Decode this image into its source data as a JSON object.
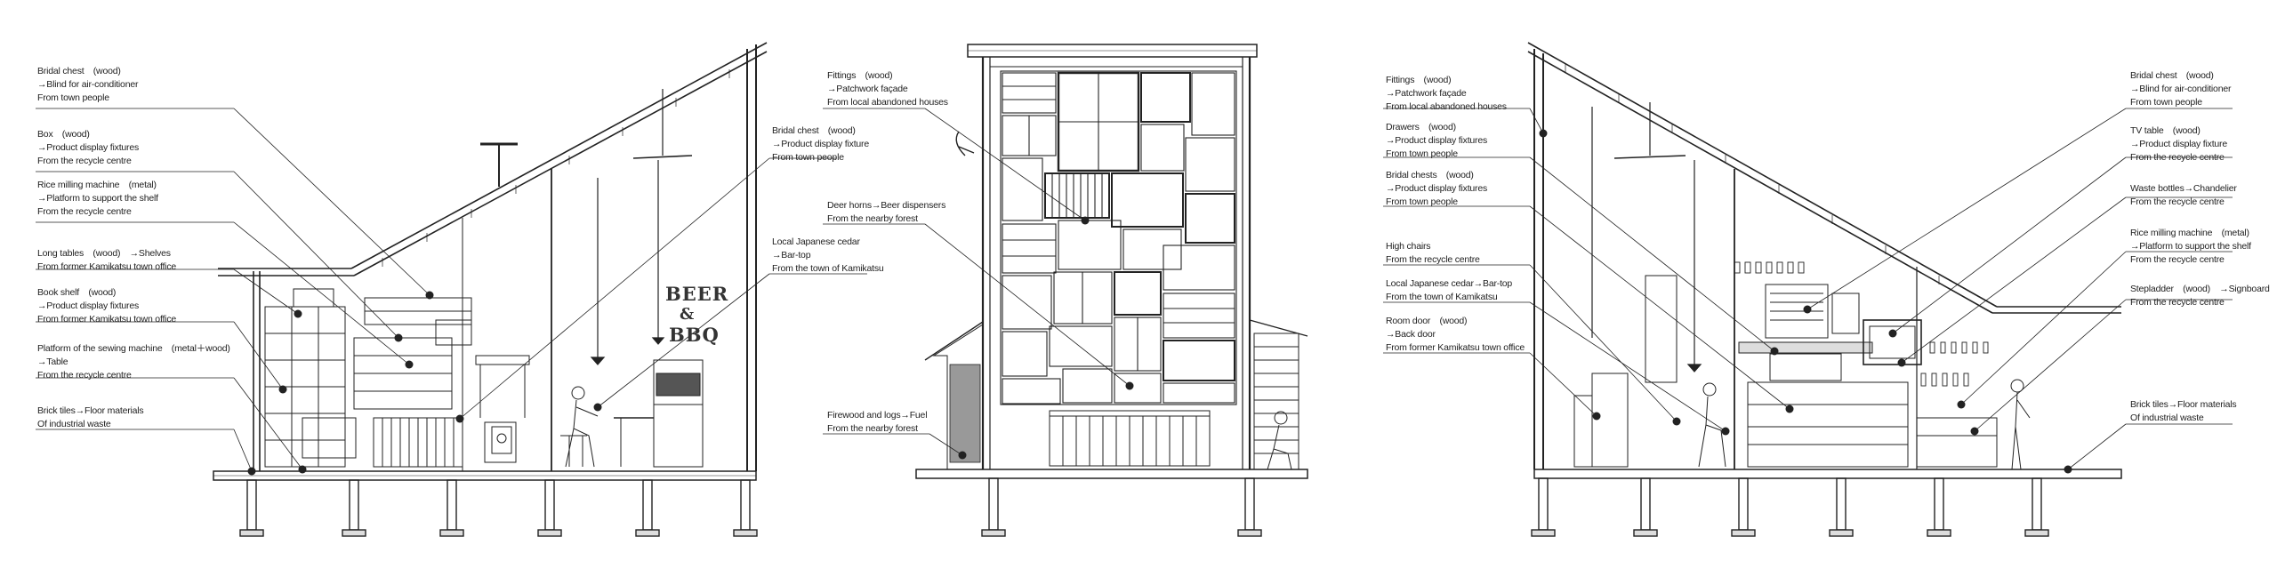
{
  "left_section": {
    "labels": [
      {
        "title": "Bridal chest　(wood)",
        "detail": "→Blind for air-conditioner",
        "source": "From town people"
      },
      {
        "title": "Box　(wood)",
        "detail": "→Product display fixtures",
        "source": "From the recycle centre"
      },
      {
        "title": "Rice milling machine　(metal)",
        "detail": "→Platform to support the shelf",
        "source": "From the recycle centre"
      },
      {
        "title": "Long tables　(wood)　→Shelves",
        "detail": "From former Kamikatsu town office",
        "source": ""
      },
      {
        "title": "Book shelf　(wood)",
        "detail": "→Product display fixtures",
        "source": "From former Kamikatsu town office"
      },
      {
        "title": "Platform of the sewing machine　(metal＋wood)",
        "detail": "→Table",
        "source": "From the recycle centre"
      },
      {
        "title": "Brick tiles→Floor materials",
        "detail": "Of industrial waste",
        "source": ""
      },
      {
        "title": "Bridal chest　(wood)",
        "detail": "→Product display fixture",
        "source": "From town people"
      },
      {
        "title": "Local Japanese cedar",
        "detail": "→Bar-top",
        "source": "From the town of Kamikatsu"
      }
    ],
    "sign": {
      "line1": "BEER",
      "line2": "&",
      "line3": "BBQ"
    }
  },
  "middle_section": {
    "labels": [
      {
        "title": "Fittings　(wood)",
        "detail": "→Patchwork façade",
        "source": "From local abandoned houses"
      },
      {
        "title": "Deer horns→Beer dispensers",
        "detail": "From the nearby forest",
        "source": ""
      },
      {
        "title": "Firewood and logs→Fuel",
        "detail": "From the nearby forest",
        "source": ""
      }
    ]
  },
  "right_section": {
    "labels": [
      {
        "title": "Fittings　(wood)",
        "detail": "→Patchwork façade",
        "source": "From local abandoned houses"
      },
      {
        "title": "Drawers　(wood)",
        "detail": "→Product display fixtures",
        "source": "From town people"
      },
      {
        "title": "Bridal chests　(wood)",
        "detail": "→Product display fixtures",
        "source": "From town people"
      },
      {
        "title": "High chairs",
        "detail": "From the recycle centre",
        "source": ""
      },
      {
        "title": "Local Japanese cedar→Bar-top",
        "detail": "From the town of Kamikatsu",
        "source": ""
      },
      {
        "title": "Room door　(wood)",
        "detail": "→Back door",
        "source": "From former Kamikatsu town office"
      },
      {
        "title": "Bridal chest　(wood)",
        "detail": "→Blind for air-conditioner",
        "source": "From town people"
      },
      {
        "title": "TV table　(wood)",
        "detail": "→Product display fixture",
        "source": "From the recycle centre"
      },
      {
        "title": "Waste bottles→Chandelier",
        "detail": "From the recycle centre",
        "source": ""
      },
      {
        "title": "Rice milling machine　(metal)",
        "detail": "→Platform to support the shelf",
        "source": "From the recycle centre"
      },
      {
        "title": "Stepladder　(wood)　→Signboard",
        "detail": "From the recycle centre",
        "source": ""
      },
      {
        "title": "Brick tiles→Floor materials",
        "detail": "Of industrial waste",
        "source": ""
      }
    ]
  },
  "colors": {
    "ink": "#222222",
    "background": "#ffffff"
  }
}
